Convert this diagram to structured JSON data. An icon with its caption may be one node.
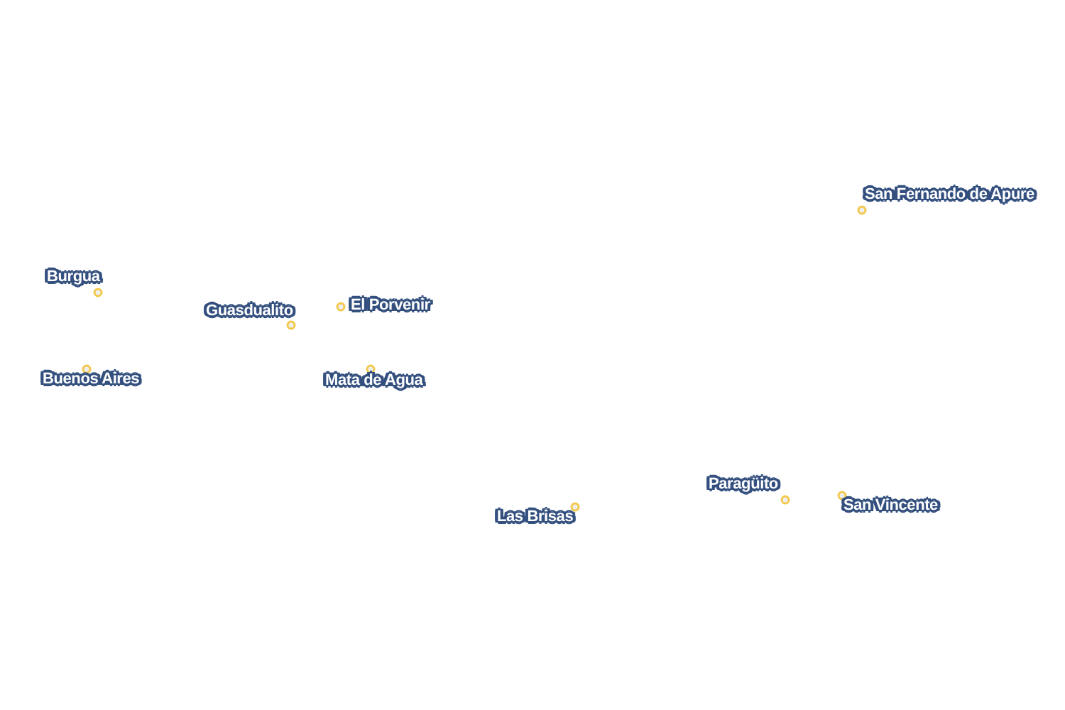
{
  "diagram": {
    "labels": [
      "San Fernando de Apure",
      "Burgua",
      "Guasdualito",
      "El Porvenir",
      "Buenos Aires",
      "Mata de Agua",
      "Paragüito",
      "Las Brisas",
      "San Vincente"
    ]
  }
}
